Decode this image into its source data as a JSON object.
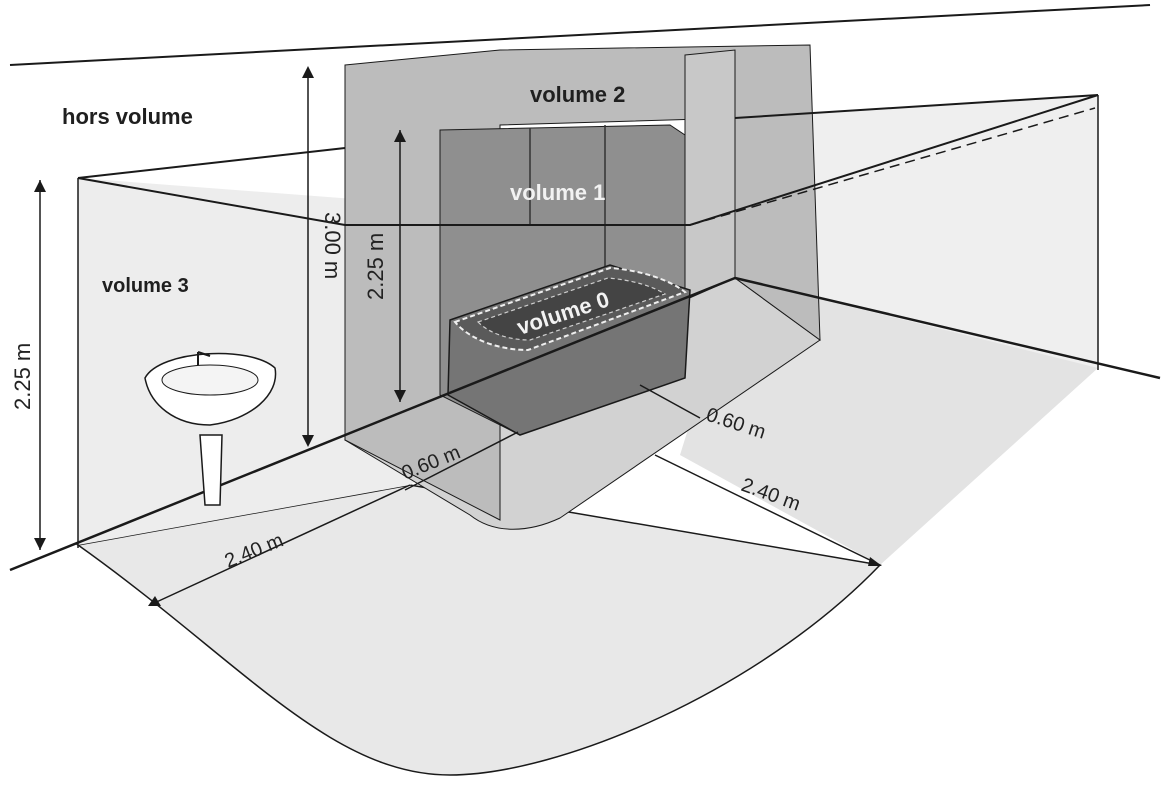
{
  "zones": {
    "hors_volume": "hors volume",
    "volume_0": "volume 0",
    "volume_1": "volume 1",
    "volume_2": "volume 2",
    "volume_3": "volume 3"
  },
  "dimensions": {
    "height_300": "3.00 m",
    "height_225_v1": "2.25 m",
    "height_225_v3": "2.25 m",
    "width_060_front": "0.60 m",
    "width_060_side": "0.60 m",
    "width_240_left": "2.40 m",
    "width_240_right": "2.40 m"
  },
  "colors": {
    "floor": "#e7e7e7",
    "wall": "#ececec",
    "volume_2": "#b9b9b9",
    "volume_1": "#8f8f8f",
    "volume_0": "#6e6e6e",
    "line": "#1a1a1a"
  }
}
